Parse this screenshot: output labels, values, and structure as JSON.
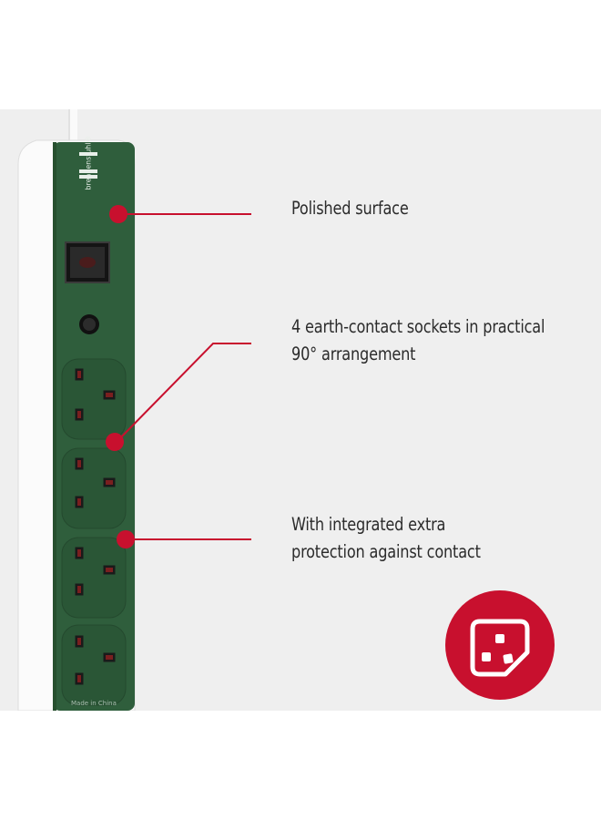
{
  "brand": {
    "logo_text": "brennenstuhl®"
  },
  "product": {
    "body_color": "#2f5e3c",
    "socket_count": 4,
    "marking_text": "Made in China"
  },
  "features": [
    {
      "text": "Polished surface"
    },
    {
      "text": "4 earth-contact sockets in practical\n90° arrangement"
    },
    {
      "text": "With integrated extra\nprotection against contact"
    }
  ],
  "colors": {
    "callout_red": "#c8102e",
    "background": "#efefef",
    "text": "#2b2b2b"
  },
  "badge": {
    "icon": "uk-socket-icon"
  }
}
